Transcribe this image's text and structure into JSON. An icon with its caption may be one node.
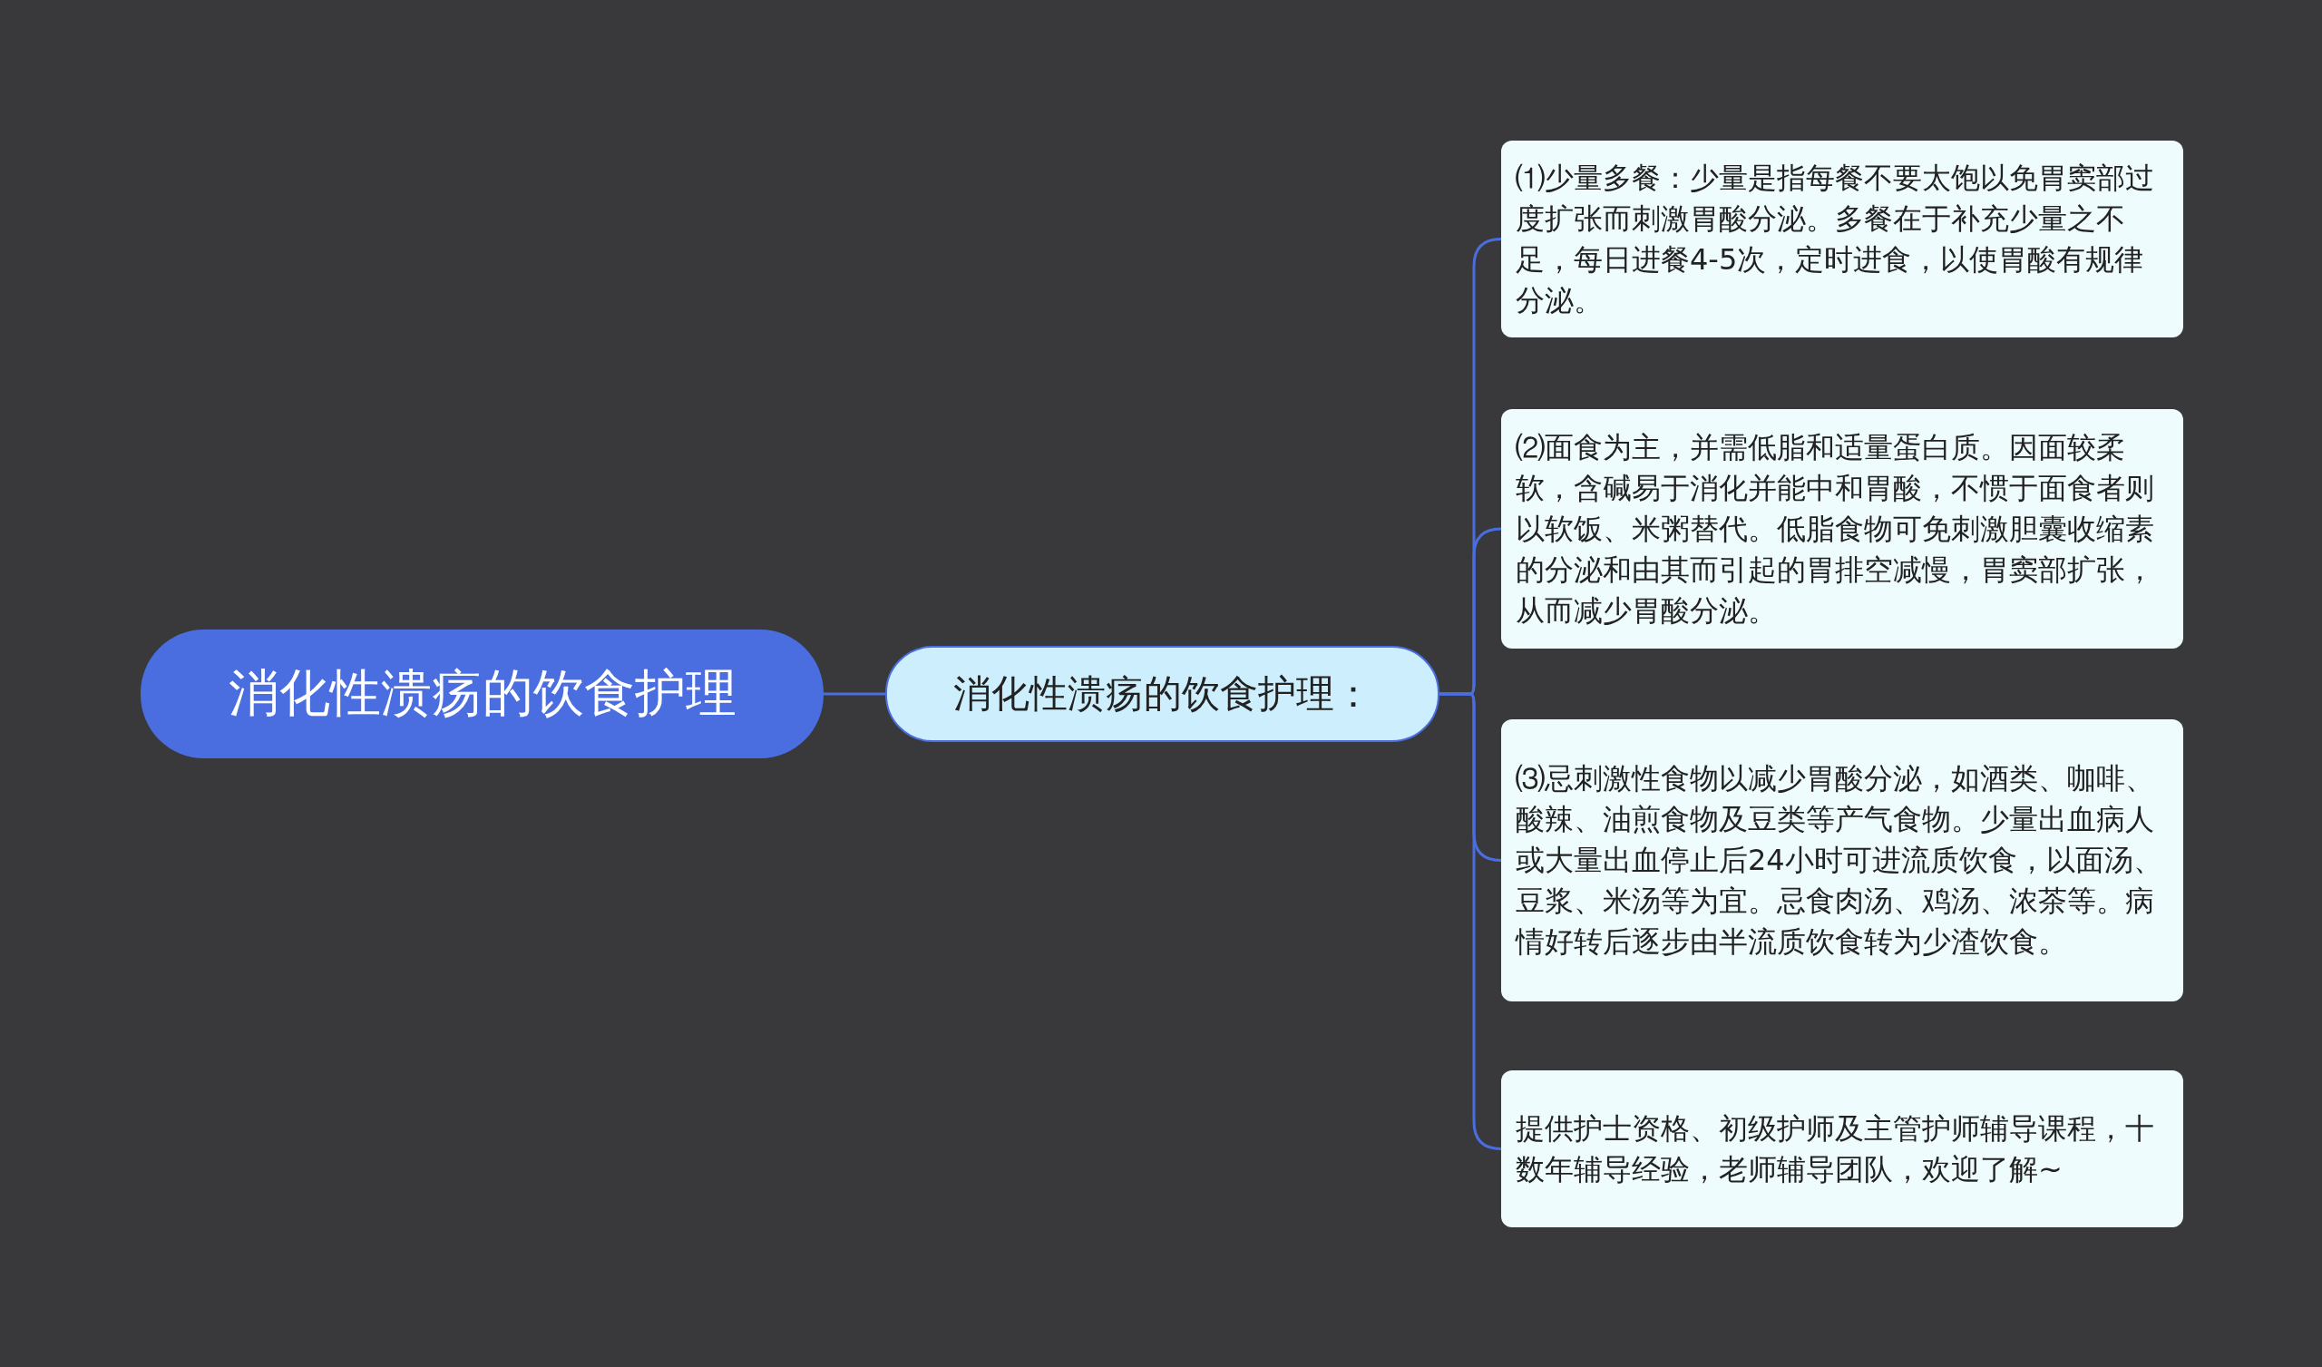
{
  "diagram": {
    "nodes": [
      {
        "text": [
          "消化性溃疡的饮食护理"
        ]
      },
      {
        "text": [
          "消化性溃疡的饮食护理："
        ]
      },
      {
        "text": [
          "⑴少量多餐：少量是指每餐不要太饱以免胃窦部过度扩张而刺激胃酸分泌。多餐在于补充少量之不足，每日进餐4-5次，定时进食，以使胃酸有规律分泌。"
        ]
      },
      {
        "text": [
          "⑵面食为主，并需低脂和适量蛋白质。因面较柔软，含碱易于消化并能中和胃酸，不惯于面食者则以软饭、米粥替代。低脂食物可免刺激胆囊收缩素的分泌和由其而引起的胃排空减慢，胃窦部扩张，从而减少胃酸分泌。"
        ]
      },
      {
        "text": [
          "⑶忌刺激性食物以减少胃酸分泌，如酒类、咖啡、酸辣、油煎食物及豆类等产气食物。少量出血病人或大量出血停止后24小时可进流质饮食，以面汤、豆浆、米汤等为宜。忌食肉汤、鸡汤、浓茶等。病情好转后逐步由半流质饮食转为少渣饮食。"
        ]
      },
      {
        "text": [
          "提供护士资格、初级护师及主管护师辅导课程，十数年辅导经验，老师辅导团队，欢迎了解~"
        ]
      }
    ],
    "edges": [
      {
        "from": 0,
        "to": 1,
        "arrow": "none"
      },
      {
        "from": 1,
        "to": 2,
        "arrow": "none"
      },
      {
        "from": 1,
        "to": 3,
        "arrow": "none"
      },
      {
        "from": 1,
        "to": 4,
        "arrow": "none"
      },
      {
        "from": 1,
        "to": 5,
        "arrow": "none"
      }
    ]
  }
}
